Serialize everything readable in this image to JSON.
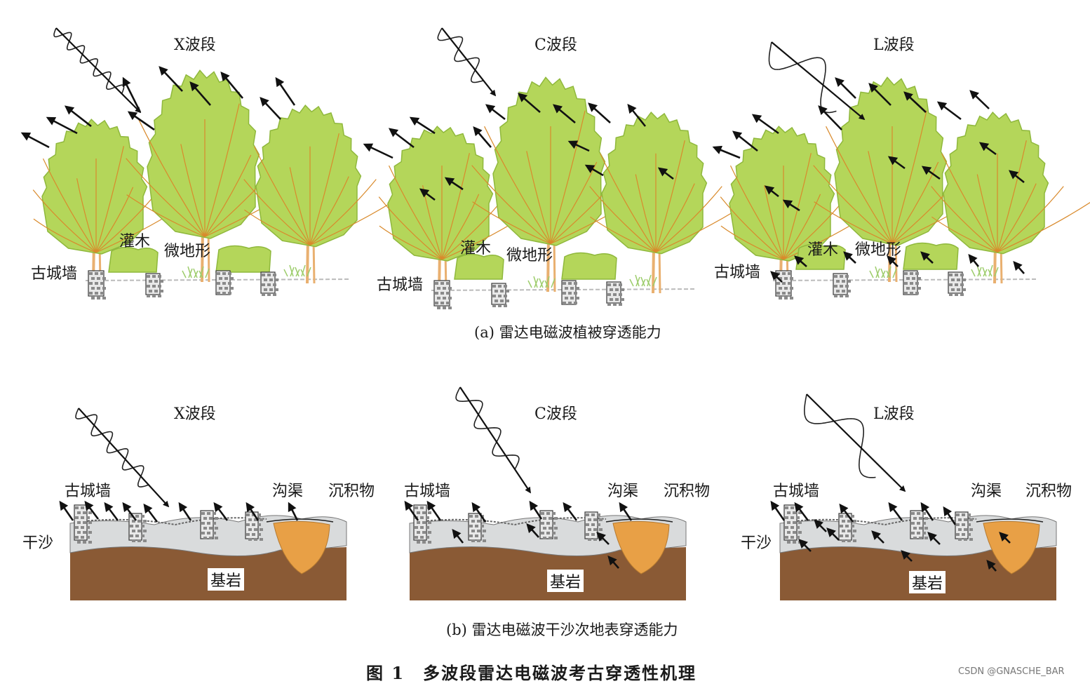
{
  "panel_a": {
    "caption": "(a) 雷达电磁波植被穿透能力",
    "bands": [
      "X波段",
      "C波段",
      "L波段"
    ],
    "labels": {
      "shrub": "灌木",
      "microrelief": "微地形",
      "ancient_wall": "古城墙"
    }
  },
  "panel_b": {
    "caption": "(b) 雷达电磁波干沙次地表穿透能力",
    "bands": [
      "X波段",
      "C波段",
      "L波段"
    ],
    "labels": {
      "ancient_wall": "古城墙",
      "ditch": "沟渠",
      "sediment": "沉积物",
      "dry_sand": "干沙",
      "bedrock": "基岩"
    }
  },
  "figure_title": "图 1　多波段雷达电磁波考古穿透性机理",
  "watermark": "CSDN @GNASCHE_BAR",
  "colors": {
    "foliage": "#b4d65a",
    "foliage_edge": "#8fb83c",
    "branch": "#d98a2c",
    "sand": "#d9dbdc",
    "bedrock": "#8a5a35",
    "sediment": "#e8a046",
    "arrow": "#111111"
  }
}
